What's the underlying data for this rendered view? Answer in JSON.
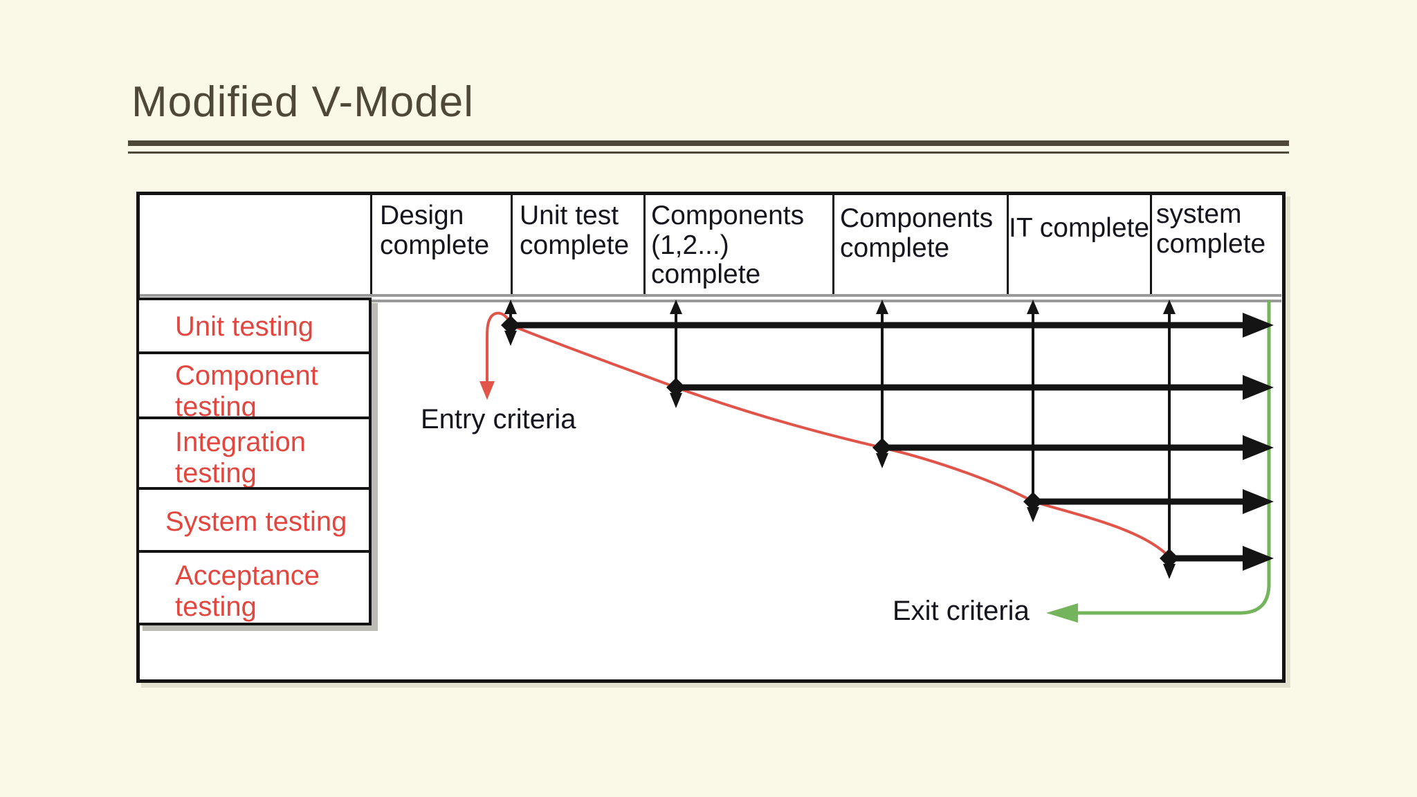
{
  "slide": {
    "title": "Modified V-Model"
  },
  "table": {
    "milestone_columns": [
      {
        "label": "Design complete"
      },
      {
        "label": "Unit test complete"
      },
      {
        "label": "Components (1,2...) complete"
      },
      {
        "label": "Components complete"
      },
      {
        "label": "IT complete"
      },
      {
        "label": "system complete"
      }
    ],
    "phase_rows": [
      {
        "label": "Unit testing"
      },
      {
        "label": "Component testing"
      },
      {
        "label": "Integration testing"
      },
      {
        "label": "System testing"
      },
      {
        "label": "Acceptance testing"
      }
    ]
  },
  "annotations": {
    "entry_label": "Entry criteria",
    "exit_label": "Exit criteria"
  },
  "colors": {
    "background": "#faf8e7",
    "title_text": "#4e4839",
    "table_border": "#141414",
    "phase_label_red": "#e2463f",
    "entry_curve_red": "#e0544a",
    "exit_curve_green": "#74b45c",
    "header_groove_gray": "#9a9a9a",
    "header_text": "#15151d"
  }
}
